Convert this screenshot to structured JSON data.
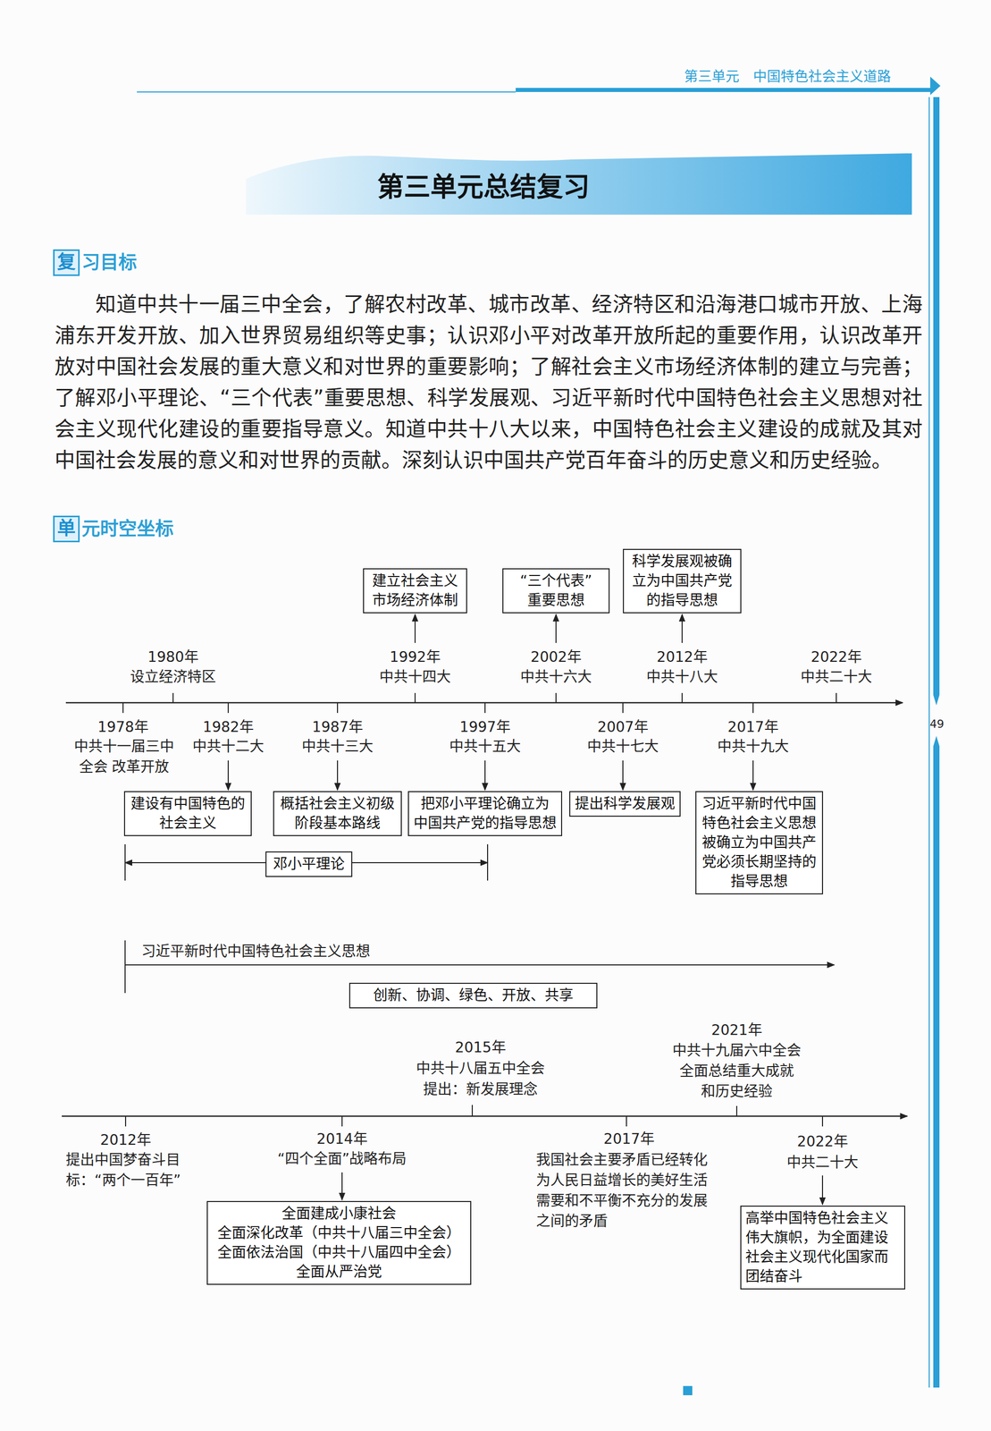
{
  "diagram": {
    "title": "第三单元总结复习",
    "nodes": [
      {
        "text": [
          "复"
        ]
      },
      {
        "text": [
          "单"
        ]
      },
      {
        "text": [
          "建立社会主义 市场经济体制"
        ]
      },
      {
        "text": [
          "“三个代表” 重要思想"
        ]
      },
      {
        "text": [
          "科学发展观被确 立为中国共产党 的指导思想"
        ]
      },
      {
        "text": [
          "建设有中国特色的 社会主义"
        ]
      },
      {
        "text": [
          "概括社会主义初级 阶段基本路线"
        ]
      },
      {
        "text": [
          "把邓小平理论确立为 中国共产党的指导思想"
        ]
      },
      {
        "text": [
          "提出科学发展观"
        ]
      },
      {
        "text": [
          "习近平新时代中国 特色社会主义思想 被确立为中国共产 党必须长期坚持的 指导思想"
        ]
      },
      {
        "text": [
          "邓小平理论"
        ]
      },
      {
        "text": [
          "创新、协调、绿色、开放、共享"
        ]
      },
      {
        "text": [
          "全面建成小康社会",
          "全面深化改革（中共十八届三中全会）",
          "全面依法治国（中共十八届四中全会）",
          "全面从严治党"
        ]
      },
      {
        "text": [
          "高举中国特色社会主义 伟大旗帜，为全面建设 社会主义现代化国家而 团结奋斗"
        ]
      }
    ],
    "labels": [
      "第三单元　中国特色社会主义道路",
      "习目标",
      "知道中共十一届三中全会，了解农村改革、城市改革、经济特区和沿海港口城市开放、上海浦东开发开放、加入世界贸易组织等史事；认识邓小平对改革开放所起的重要作用，认识改革开放对中国社会发展的重大意义和对世界的重要影响；了解社会主义市场经济体制的建立与完善；了解邓小平理论、“三个代表”重要思想、科学发展观、习近平新时代中国特色社会主义思想对社会主义现代化建设的重要指导意义。知道中共十八大以来，中国特色社会主义建设的成就及其对中国社会发展的意义和对世界的贡献。深刻认识中国共产党百年奋斗的历史意义和历史经验。",
      "元时空坐标",
      "1980年",
      "设立经济特区",
      "1992年",
      "中共十四大",
      "2002年",
      "中共十六大",
      "2012年",
      "中共十八大",
      "2022年",
      "中共二十大",
      "1978年",
      "中共十一届三中 全会 改革开放",
      "1982年",
      "中共十二大",
      "1987年",
      "中共十三大",
      "1997年",
      "中共十五大",
      "2007年",
      "中共十七大",
      "2017年",
      "中共十九大",
      "习近平新时代中国特色社会主义思想",
      "2015年",
      "中共十八届五中全会",
      "提出：新发展理念",
      "2021年",
      "中共十九届六中全会",
      "全面总结重大成就 和历史经验",
      "2012年",
      "提出中国梦奋斗目 标：“两个一百年”",
      "2014年",
      "“四个全面”战略布局",
      "2017年",
      "我国社会主要矛盾已经转化 为人民日益增长的美好生活 需要和不平衡不充分的发展 之间的矛盾",
      "2022年",
      "中共二十大",
      "49"
    ]
  }
}
